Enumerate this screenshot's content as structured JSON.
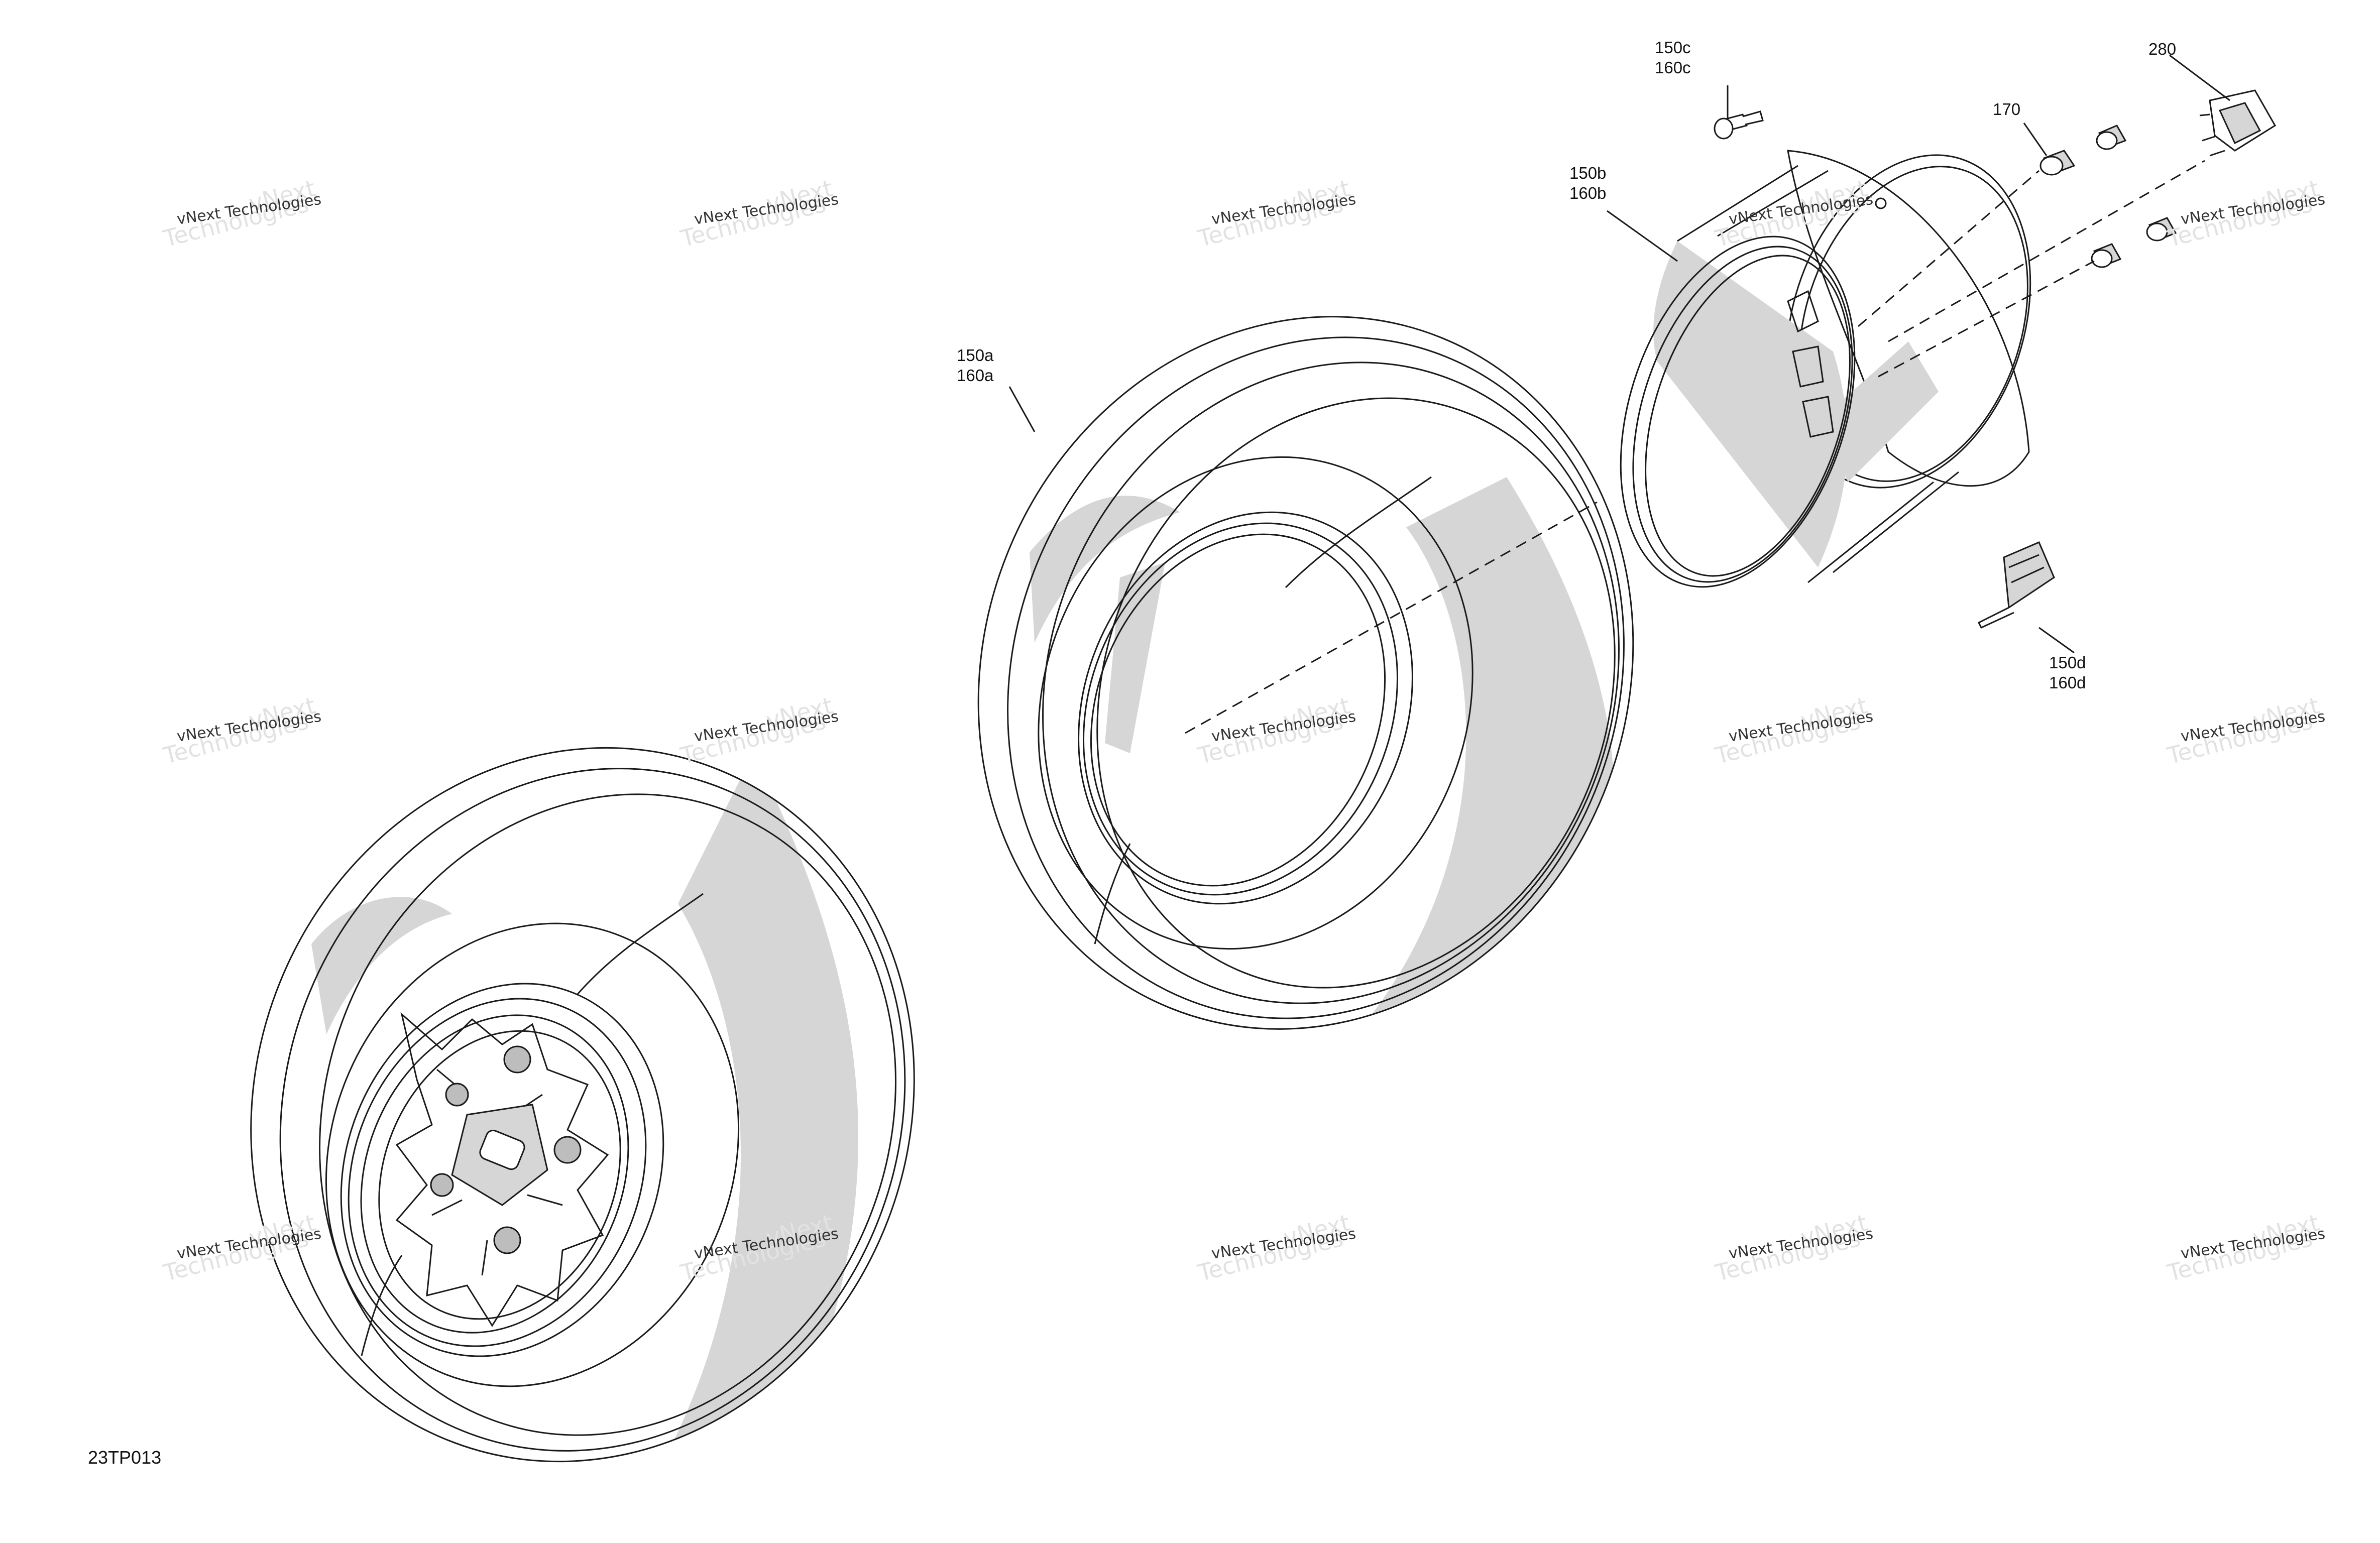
{
  "drawing_code": "23TP013",
  "callouts": {
    "c150c": [
      "150c",
      "160c"
    ],
    "c280": [
      "280"
    ],
    "c170": [
      "170"
    ],
    "c150b": [
      "150b",
      "160b"
    ],
    "c150a": [
      "150a",
      "160a"
    ],
    "c150d": [
      "150d",
      "160d"
    ]
  },
  "watermark": {
    "company": "vNext Technologies",
    "word1": "vNext",
    "word2": "Technologies"
  },
  "colors": {
    "line": "#1a1a1a",
    "shade": "#d6d6d6",
    "paper": "#ffffff"
  }
}
